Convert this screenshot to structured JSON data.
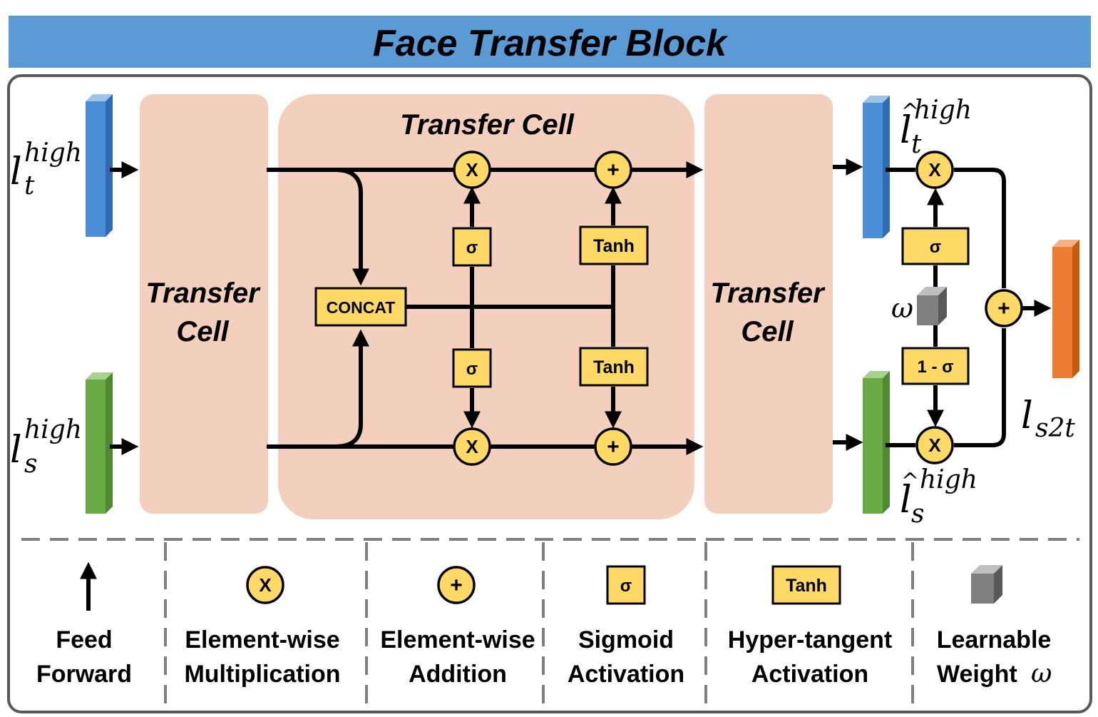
{
  "title": "Face Transfer Block",
  "colors": {
    "banner": "#5B9BD5",
    "cell": "#F3CFBD",
    "op": "#FFD966",
    "blue_bar": "#4A8FD8",
    "green_bar": "#6AAA45",
    "orange_bar": "#ED7D31",
    "cube": "#7F7F7F"
  },
  "cells": {
    "left": [
      "Transfer",
      "Cell"
    ],
    "center": "Transfer Cell",
    "right": [
      "Transfer",
      "Cell"
    ]
  },
  "ops": {
    "mul": "X",
    "add": "+",
    "sigma": "σ",
    "tanh": "Tanh",
    "concat": "CONCAT",
    "one_minus_sigma": "1 - σ"
  },
  "vars": {
    "l": "l",
    "high": "high",
    "t": "t",
    "s": "s",
    "s2t": "s2t",
    "omega": "ω"
  },
  "legend": [
    {
      "icon": "arrow",
      "line1": "Feed",
      "line2": "Forward"
    },
    {
      "icon": "mul",
      "line1": "Element-wise",
      "line2": "Multiplication"
    },
    {
      "icon": "add",
      "line1": "Element-wise",
      "line2": "Addition"
    },
    {
      "icon": "sigma",
      "line1": "Sigmoid",
      "line2": "Activation"
    },
    {
      "icon": "tanh",
      "line1": "Hyper-tangent",
      "line2": "Activation"
    },
    {
      "icon": "cube",
      "line1": "Learnable",
      "line2": "Weight"
    }
  ]
}
